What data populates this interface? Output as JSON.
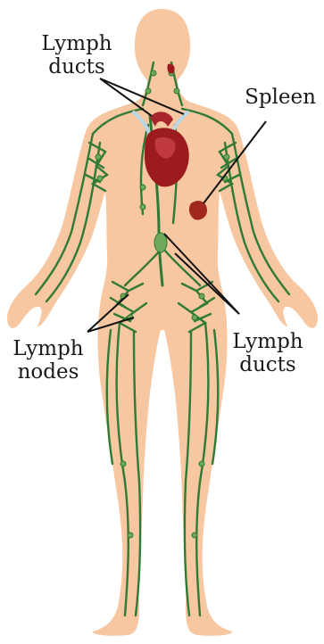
{
  "labels": {
    "lymph_ducts_top": [
      "Lymph",
      "ducts"
    ],
    "spleen": "Spleen",
    "lymph_nodes": [
      "Lymph",
      "nodes"
    ],
    "lymph_ducts_bottom": [
      "Lymph",
      "ducts"
    ]
  },
  "colors": {
    "skin": "#f7c7a2",
    "lymph": "#2f7a34",
    "node": "#6fa85b",
    "heart": "#9b1b1e",
    "vessel": "#b8d6e6",
    "spleen": "#a1281f",
    "leader": "#111111"
  }
}
